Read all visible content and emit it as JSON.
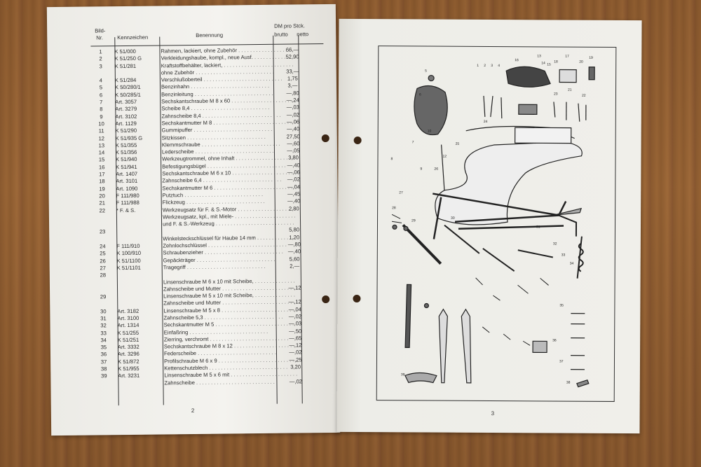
{
  "header": {
    "bild": "Bild-",
    "nr": "Nr.",
    "kennzeichen": "Kennzeichen",
    "benennung": "Benennung",
    "dm": "DM pro Stck.",
    "brutto": "brutto",
    "netto": "netto"
  },
  "rows": [
    {
      "nr": "1",
      "kz": "K 51/000",
      "desc": "Rahmen, lackiert, ohne Zubehör",
      "price": "66,—"
    },
    {
      "nr": "2",
      "kz": "K 51/250 G",
      "desc": "Verkleidungshaube, kompl., neue Ausf.",
      "price": "52,90"
    },
    {
      "nr": "3",
      "kz": "K 51/281",
      "desc": "Kraftstoffbehälter, lackiert,",
      "price": ""
    },
    {
      "nr": "",
      "kz": "",
      "desc": "ohne Zubehör",
      "price": "33,—"
    },
    {
      "nr": "4",
      "kz": "K 51/284",
      "desc": "Verschlußoberteil",
      "price": "1,75"
    },
    {
      "nr": "5",
      "kz": "K 50/280/1",
      "desc": "Benzinhahn",
      "price": "3,—"
    },
    {
      "nr": "6",
      "kz": "K 50/285/1",
      "desc": "Benzinleitung",
      "price": "—,80"
    },
    {
      "nr": "7",
      "kz": "Art. 3057",
      "desc": "Sechskantschraube M 8 x 60",
      "price": "—,24"
    },
    {
      "nr": "8",
      "kz": "Art. 3279",
      "desc": "Scheibe 8,4",
      "price": "—,03"
    },
    {
      "nr": "9",
      "kz": "Art. 3102",
      "desc": "Zahnscheibe 8,4",
      "price": "—,02"
    },
    {
      "nr": "10",
      "kz": "Art. 1129",
      "desc": "Sechskantmutter M 8",
      "price": "—,06"
    },
    {
      "nr": "11",
      "kz": "K 51/290",
      "desc": "Gummipuffer",
      "price": "—,40"
    },
    {
      "nr": "12",
      "kz": "K 51/935 G",
      "desc": "Sitzkissen",
      "price": "27,50"
    },
    {
      "nr": "13",
      "kz": "K 51/355",
      "desc": "Klemmschraube",
      "price": "—,60"
    },
    {
      "nr": "14",
      "kz": "K 51/356",
      "desc": "Lederscheibe",
      "price": "—,05"
    },
    {
      "nr": "15",
      "kz": "K 51/940",
      "desc": "Werkzeugtrommel, ohne Inhalt",
      "price": "3,80"
    },
    {
      "nr": "16",
      "kz": "K 51/941",
      "desc": "Befestigungsbügel",
      "price": "—,40"
    },
    {
      "nr": "17",
      "kz": "Art. 1407",
      "desc": "Sechskantschraube M 6 x 10",
      "price": "—,06"
    },
    {
      "nr": "18",
      "kz": "Art. 3101",
      "desc": "Zahnscheibe 6,4",
      "price": "—,02"
    },
    {
      "nr": "19",
      "kz": "Art. 1090",
      "desc": "Sechskantmutter M 6",
      "price": "—,04"
    },
    {
      "nr": "20",
      "kz": "F 111/980",
      "desc": "Putztuch",
      "price": "—,45"
    },
    {
      "nr": "21",
      "kz": "F 111/988",
      "desc": "Flickzeug",
      "price": "—,40"
    },
    {
      "nr": "22",
      "kz": "* F. & S.",
      "desc": "Werkzeugsatz für F. & S.-Motor",
      "price": "2,80"
    },
    {
      "nr": "",
      "kz": "",
      "desc": "Werkzeugsatz, kpl., mit Miele-",
      "price": ""
    },
    {
      "nr": "",
      "kz": "",
      "desc": "und F. & S.-Werkzeug",
      "price": ""
    },
    {
      "nr": "23",
      "kz": "",
      "desc": "",
      "price": "5,80"
    },
    {
      "nr": "",
      "kz": "",
      "desc": "Winkelsteckschlüssel für Haube 14 mm",
      "price": "1,20"
    },
    {
      "nr": "24",
      "kz": "F 111/910",
      "desc": "Zehnlochschlüssel",
      "price": "—,80"
    },
    {
      "nr": "25",
      "kz": "K 100/910",
      "desc": "Schraubenzieher",
      "price": "—,40"
    },
    {
      "nr": "26",
      "kz": "K 51/1100",
      "desc": "Gepäckträger",
      "price": "5,60"
    },
    {
      "nr": "27",
      "kz": "K 51/1101",
      "desc": "Tragegriff",
      "price": "2,—"
    },
    {
      "nr": "28",
      "kz": "",
      "desc": "",
      "price": ""
    },
    {
      "nr": "",
      "kz": "",
      "desc": "Linsenschraube M 6 x 10 mit Scheibe,",
      "price": ""
    },
    {
      "nr": "",
      "kz": "",
      "desc": "Zahnscheibe und Mutter",
      "price": "—,12"
    },
    {
      "nr": "29",
      "kz": "",
      "desc": "Linsenschraube M 5 x 10 mit Scheibe,",
      "price": ""
    },
    {
      "nr": "",
      "kz": "",
      "desc": "Zahnscheibe und Mutter",
      "price": "—,12"
    },
    {
      "nr": "30",
      "kz": "Art. 3182",
      "desc": "Linsenschraube M 5 x 8",
      "price": "—,04"
    },
    {
      "nr": "31",
      "kz": "Art. 3100",
      "desc": "Zahnscheibe 5,3",
      "price": "—,02"
    },
    {
      "nr": "32",
      "kz": "Art. 1314",
      "desc": "Sechskantmutter M 5",
      "price": "—,03"
    },
    {
      "nr": "33",
      "kz": "K 51/255",
      "desc": "Einfaßring",
      "price": "—,50"
    },
    {
      "nr": "34",
      "kz": "K 51/251",
      "desc": "Zierring, verchromt",
      "price": "—,65"
    },
    {
      "nr": "35",
      "kz": "Art. 3332",
      "desc": "Sechskantschraube M 8 x 12",
      "price": "—,12"
    },
    {
      "nr": "36",
      "kz": "Art. 3296",
      "desc": "Federscheibe",
      "price": "—,02"
    },
    {
      "nr": "37",
      "kz": "K 51/872",
      "desc": "Profilschraube M 6 x 9",
      "price": "—,25"
    },
    {
      "nr": "38",
      "kz": "K 51/955",
      "desc": "Kettenschutzblech",
      "price": "3,20"
    },
    {
      "nr": "39",
      "kz": "Art. 3231",
      "desc": "Linsenschraube M 5 x 6 mit",
      "price": ""
    },
    {
      "nr": "",
      "kz": "",
      "desc": "Zahnscheibe",
      "price": "—,02"
    }
  ],
  "left_page_number": "2",
  "right_page_number": "3",
  "diagram_part_numbers": [
    "1",
    "2",
    "3",
    "4",
    "5",
    "6",
    "7",
    "8",
    "9",
    "10",
    "12",
    "13",
    "14",
    "15",
    "16",
    "17",
    "18",
    "19",
    "20",
    "21",
    "22",
    "23",
    "24",
    "25",
    "26",
    "27",
    "28",
    "29",
    "30",
    "31",
    "32",
    "33",
    "34",
    "35",
    "36",
    "37",
    "38",
    "39"
  ]
}
